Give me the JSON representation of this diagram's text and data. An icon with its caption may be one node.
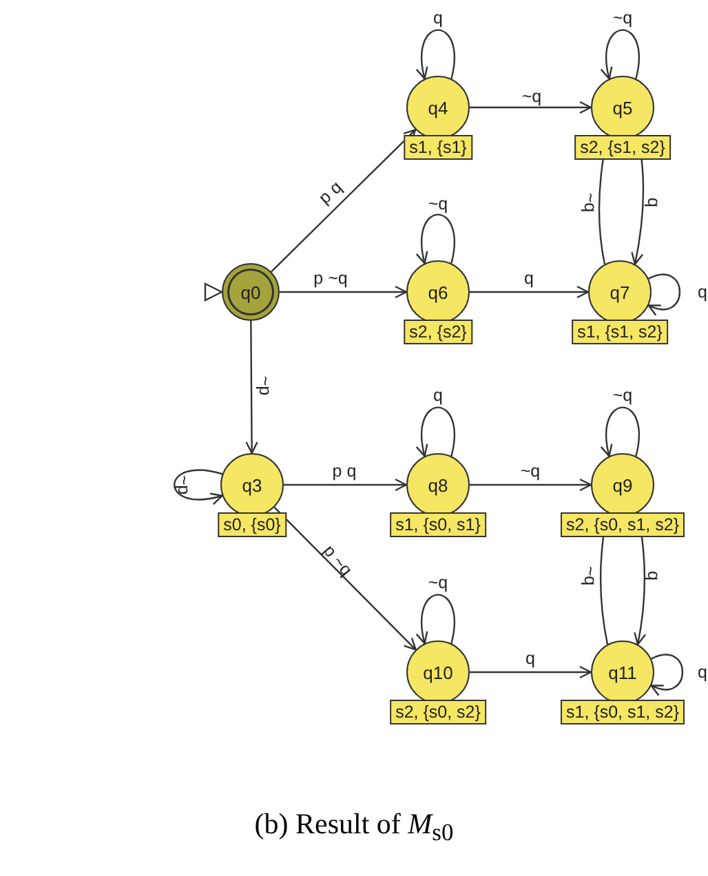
{
  "diagram": {
    "caption": "(b) Result of *M*$_{s0}$",
    "nodes": [
      {
        "text": [
          "q0"
        ]
      },
      {
        "text": [
          "q4"
        ],
        "beside": [
          "s1, {s1}"
        ]
      },
      {
        "text": [
          "q5"
        ],
        "beside": [
          "s2, {s1, s2}"
        ]
      },
      {
        "text": [
          "q6"
        ],
        "beside": [
          "s2, {s2}"
        ]
      },
      {
        "text": [
          "q7"
        ],
        "beside": [
          "s1, {s1, s2}"
        ]
      },
      {
        "text": [
          "q3"
        ],
        "beside": [
          "s0, {s0}"
        ]
      },
      {
        "text": [
          "q8"
        ],
        "beside": [
          "s1, {s0, s1}"
        ]
      },
      {
        "text": [
          "q9"
        ],
        "beside": [
          "s2, {s0, s1, s2}"
        ]
      },
      {
        "text": [
          "q10"
        ],
        "beside": [
          "s2, {s0, s2}"
        ]
      },
      {
        "text": [
          "q11"
        ],
        "beside": [
          "s1, {s0, s1, s2}"
        ]
      }
    ],
    "edges": [
      {
        "from": null,
        "to": 0,
        "arrow": "to"
      },
      {
        "from": 0,
        "to": 1,
        "arrow": "to",
        "label": "p q"
      },
      {
        "from": 0,
        "to": 3,
        "arrow": "to",
        "label": "p ~q"
      },
      {
        "from": 0,
        "to": 5,
        "arrow": "to",
        "label": "~p"
      },
      {
        "from": 1,
        "to": 1,
        "arrow": "to",
        "label": "q"
      },
      {
        "from": 1,
        "to": 2,
        "arrow": "to",
        "label": "~q"
      },
      {
        "from": 2,
        "to": 2,
        "arrow": "to",
        "label": "~q"
      },
      {
        "from": 4,
        "to": 2,
        "arrow": "to",
        "label": "~q"
      },
      {
        "from": 2,
        "to": 4,
        "arrow": "to",
        "label": "q"
      },
      {
        "from": 3,
        "to": 3,
        "arrow": "to",
        "label": "~q"
      },
      {
        "from": 3,
        "to": 4,
        "arrow": "to",
        "label": "q"
      },
      {
        "from": 4,
        "to": 4,
        "arrow": "to",
        "label": "q"
      },
      {
        "from": 5,
        "to": 5,
        "arrow": "to",
        "label": "~p"
      },
      {
        "from": 5,
        "to": 6,
        "arrow": "to",
        "label": "p q"
      },
      {
        "from": 5,
        "to": 8,
        "arrow": "to",
        "label": "p ~q"
      },
      {
        "from": 6,
        "to": 6,
        "arrow": "to",
        "label": "q"
      },
      {
        "from": 6,
        "to": 7,
        "arrow": "to",
        "label": "~q"
      },
      {
        "from": 7,
        "to": 7,
        "arrow": "to",
        "label": "~q"
      },
      {
        "from": 9,
        "to": 7,
        "arrow": "to",
        "label": "~q"
      },
      {
        "from": 7,
        "to": 9,
        "arrow": "to",
        "label": "q"
      },
      {
        "from": 8,
        "to": 8,
        "arrow": "to",
        "label": "~q"
      },
      {
        "from": 8,
        "to": 9,
        "arrow": "to",
        "label": "q"
      },
      {
        "from": 9,
        "to": 9,
        "arrow": "to",
        "label": "q"
      }
    ]
  }
}
